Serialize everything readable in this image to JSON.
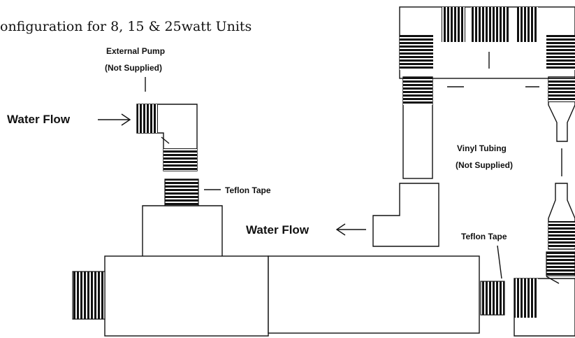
{
  "title": "onfiguration for 8, 15 & 25watt Units",
  "labels": {
    "external_pump_line1": "External Pump",
    "external_pump_line2": "(Not Supplied)",
    "water_flow_in": "Water Flow",
    "teflon_tape_top": "Teflon Tape",
    "vinyl_tubing_line1": "Vinyl Tubing",
    "vinyl_tubing_line2": "(Not Supplied)",
    "water_flow_out": "Water Flow",
    "teflon_tape_bottom": "Teflon Tape"
  },
  "colors": {
    "ink": "#111111",
    "background": "#ffffff"
  }
}
